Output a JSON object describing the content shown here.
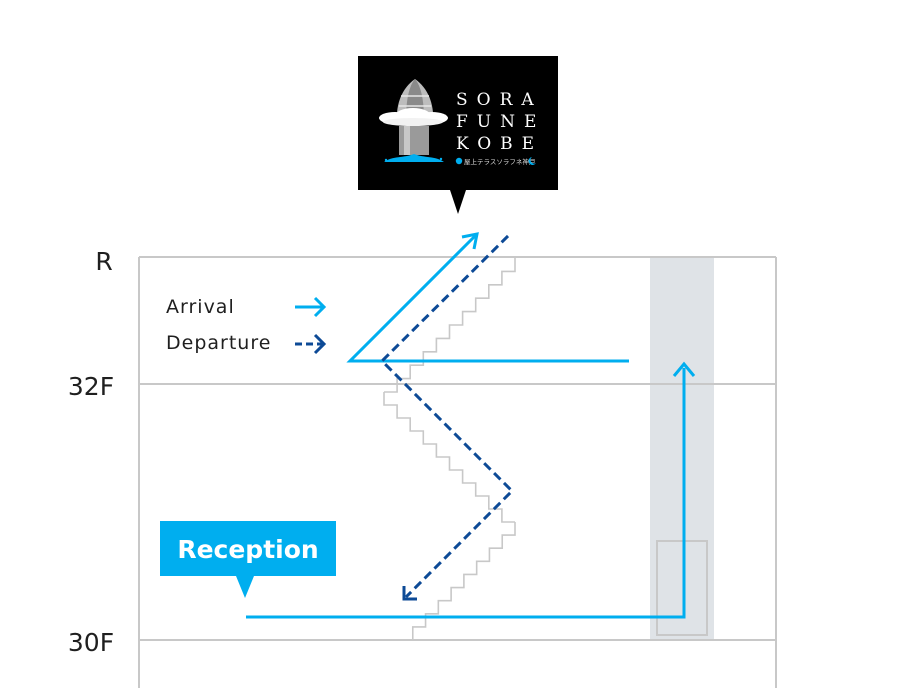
{
  "floors": {
    "roof": "R",
    "f32": "32F",
    "f30": "30F"
  },
  "legend": {
    "arrival": "Arrival",
    "departure": "Departure"
  },
  "logo": {
    "line1": "SORA",
    "line2": "FUNE",
    "line3": "KOBE",
    "tagline": "屋上テラスソラフネ神戸"
  },
  "callout": {
    "label": "Reception"
  },
  "colors": {
    "arrival": "#00aeef",
    "departure": "#0d4a96",
    "frame": "#c8c8c8",
    "elevator_shaft": "#dfe3e7",
    "stairs": "#c8c8c8",
    "logo_bg": "#000000",
    "callout_bg": "#00aeef"
  }
}
